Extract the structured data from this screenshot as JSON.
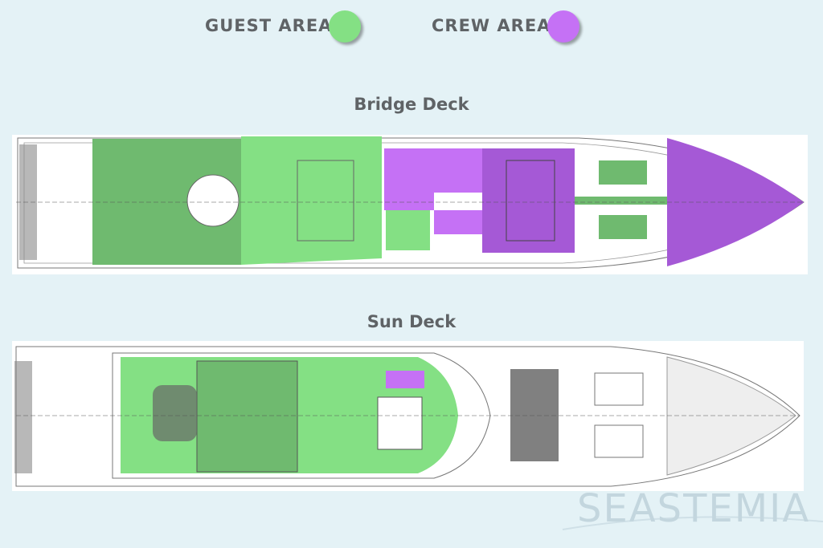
{
  "legend": {
    "guest_label": "GUEST AREA",
    "crew_label": "CREW AREA",
    "guest_color": "#84e084",
    "crew_color": "#c571f5"
  },
  "decks": [
    {
      "title": "Bridge Deck"
    },
    {
      "title": "Sun Deck"
    }
  ],
  "logo": "SEASTEMIA"
}
